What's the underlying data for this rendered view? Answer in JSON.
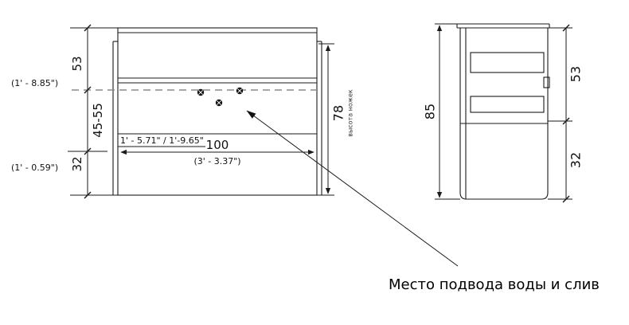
{
  "front_view": {
    "top_height_cm": "53",
    "top_height_ft": "(1' - 8.85\")",
    "adjustable_height_cm": "45-55",
    "bottom_height_cm": "32",
    "bottom_height_ft": "(1' - 0.59\")",
    "depth_range_ft": "1' - 5.71\" / 1'-9.65\"",
    "width_cm": "100",
    "width_ft": "(3' - 3.37\")",
    "legs_height_cm": "78",
    "legs_height_label": "высота ножек"
  },
  "side_view": {
    "total_height_cm": "85",
    "upper_height_cm": "53",
    "lower_height_cm": "32"
  },
  "annotation": {
    "label": "Место подвода воды и слив"
  },
  "colors": {
    "line": "#1a1a1a",
    "dashed_line": "#8a8a8a",
    "background": "#ffffff"
  }
}
